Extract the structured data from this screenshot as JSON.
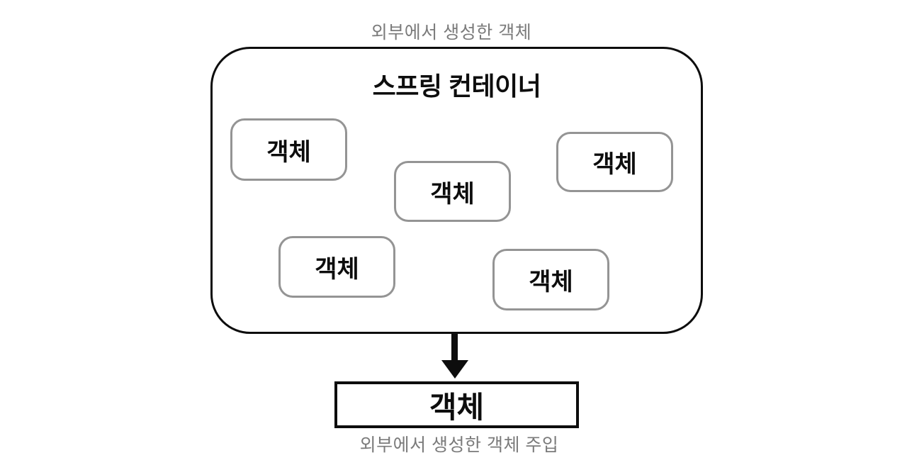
{
  "diagram": {
    "top_caption": "외부에서 생성한 객체",
    "container": {
      "title": "스프링 컨테이너",
      "objects": [
        "객체",
        "객체",
        "객체",
        "객체",
        "객체"
      ]
    },
    "arrow": {
      "direction": "down",
      "name": "injection-arrow"
    },
    "external_object": {
      "label": "객체"
    },
    "bottom_caption": "외부에서 생성한 객체 주입",
    "colors": {
      "outline": "#0d0d0d",
      "inner_box_border": "#949494",
      "caption_text": "#7b7b7b",
      "background": "#ffffff"
    }
  }
}
